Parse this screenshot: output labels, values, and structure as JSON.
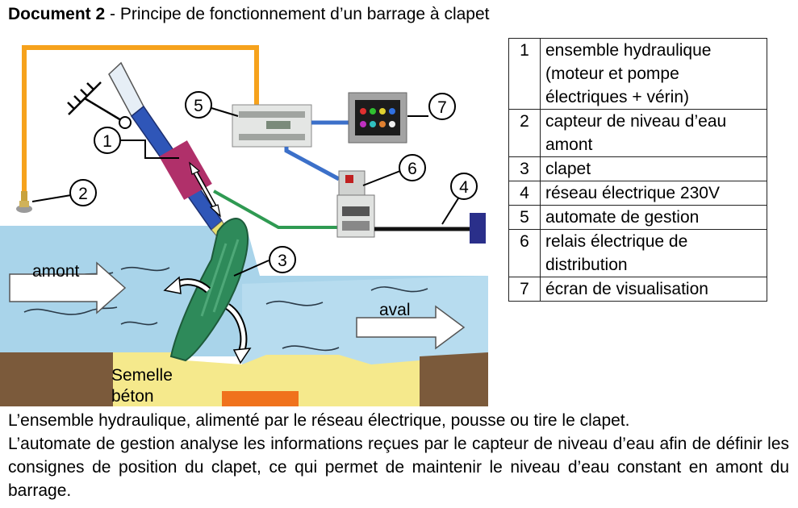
{
  "title": {
    "bold": "Document 2",
    "rest": " - Principe de fonctionnement d’un barrage à clapet"
  },
  "diagram": {
    "labels": {
      "amont": "amont",
      "aval": "aval",
      "semelle_line1": "Semelle",
      "semelle_line2": "béton"
    },
    "callouts": [
      "1",
      "2",
      "3",
      "4",
      "5",
      "6",
      "7"
    ],
    "colors": {
      "water": "#a9d4ea",
      "ground": "#7b5a3b",
      "concrete": "#f5e98c",
      "gate": "#2e8a5a",
      "cylinder": "#2f56b8",
      "wire_orange": "#f6a21c",
      "wire_blue": "#3c70c9",
      "wire_green": "#2f9a52",
      "wire_black": "#111111",
      "sensor_bar": "#2a2f8a",
      "base_orange": "#f0721c",
      "magenta_box": "#b0306a"
    }
  },
  "legend": [
    {
      "num": "1",
      "text": "ensemble hydraulique (moteur et pompe électriques + vérin)"
    },
    {
      "num": "2",
      "text": "capteur de niveau d’eau amont"
    },
    {
      "num": "3",
      "text": "clapet"
    },
    {
      "num": "4",
      "text": "réseau électrique 230V"
    },
    {
      "num": "5",
      "text": "automate de gestion"
    },
    {
      "num": "6",
      "text": "relais électrique de distribution"
    },
    {
      "num": "7",
      "text": "écran de visualisation"
    }
  ],
  "paragraph": {
    "line1": "L’ensemble hydraulique, alimenté par le réseau électrique, pousse ou tire le clapet.",
    "line2": "L’automate de gestion analyse les informations reçues par le capteur de niveau d’eau afin de définir les consignes de position du clapet, ce qui permet de maintenir le niveau d’eau constant en amont du barrage."
  }
}
